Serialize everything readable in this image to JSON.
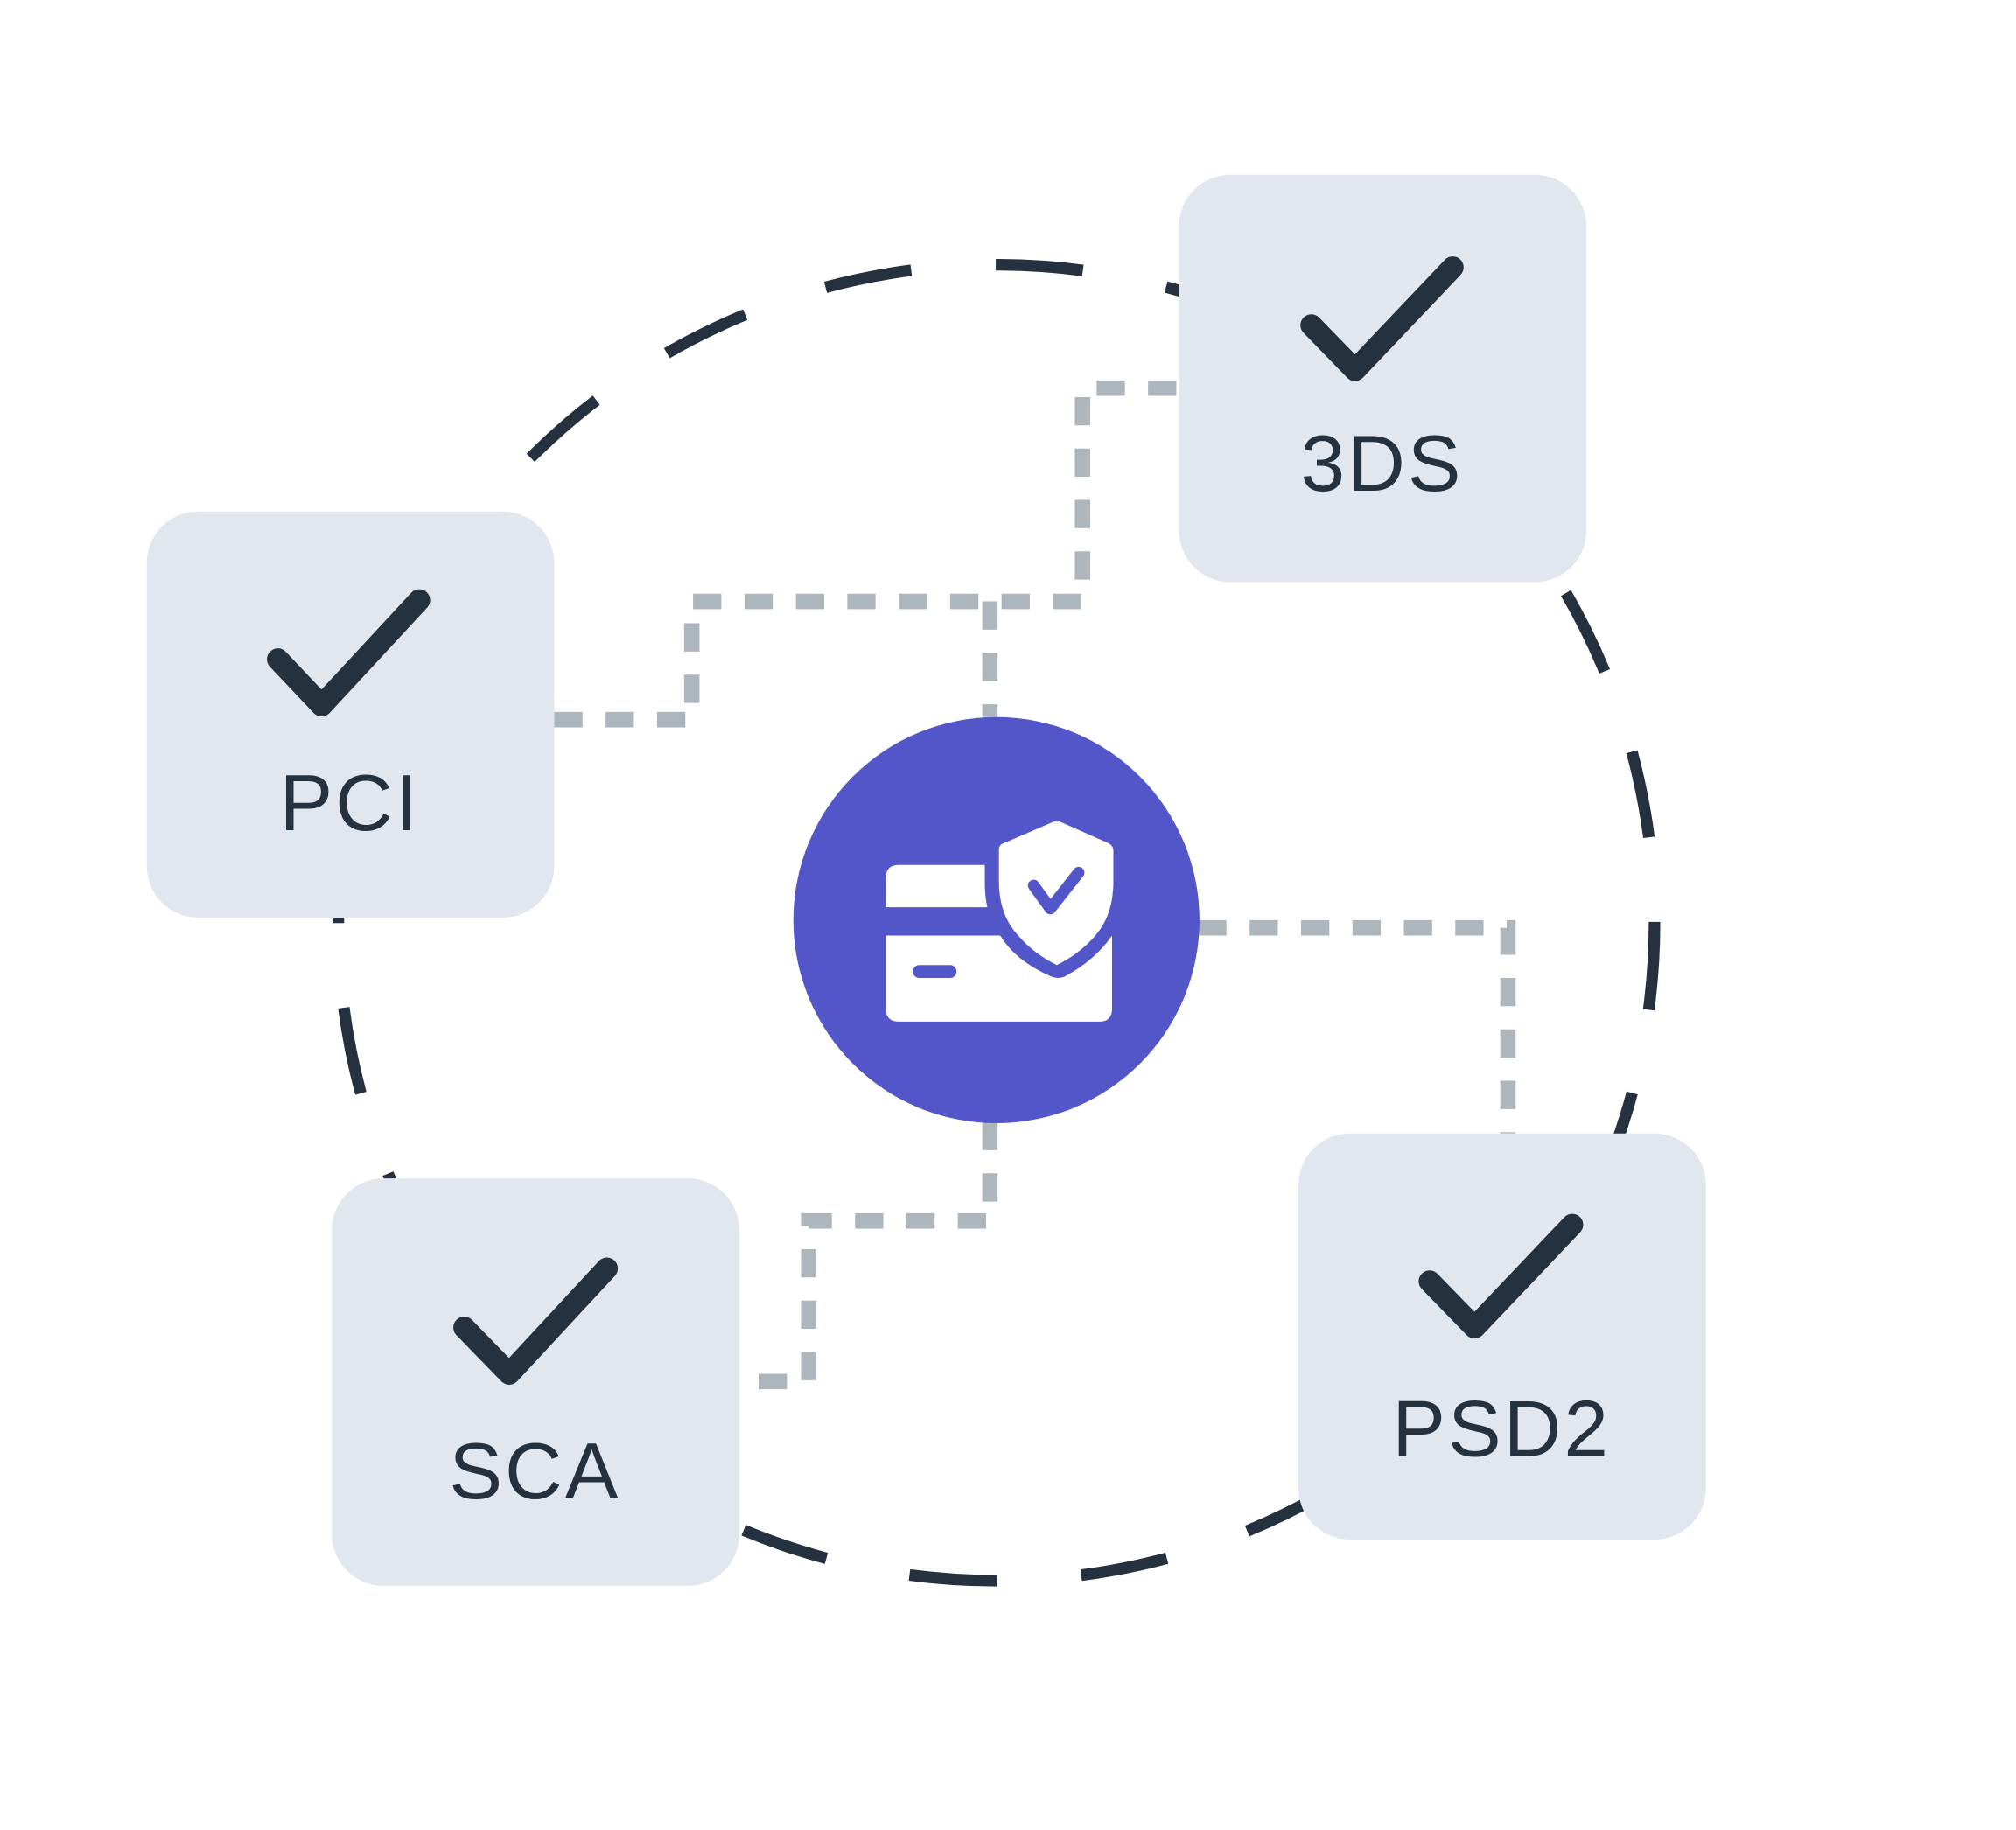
{
  "diagram": {
    "center": {
      "icon": "card-shield-check-icon",
      "color": "#5356c8"
    },
    "nodes": [
      {
        "label": "3DS",
        "icon": "checkmark-icon"
      },
      {
        "label": "PCI",
        "icon": "checkmark-icon"
      },
      {
        "label": "SCA",
        "icon": "checkmark-icon"
      },
      {
        "label": "PSD2",
        "icon": "checkmark-icon"
      }
    ],
    "colors": {
      "ring": "#25313f",
      "node_bg": "#e2e7ef",
      "connector": "#adb5bd"
    }
  }
}
